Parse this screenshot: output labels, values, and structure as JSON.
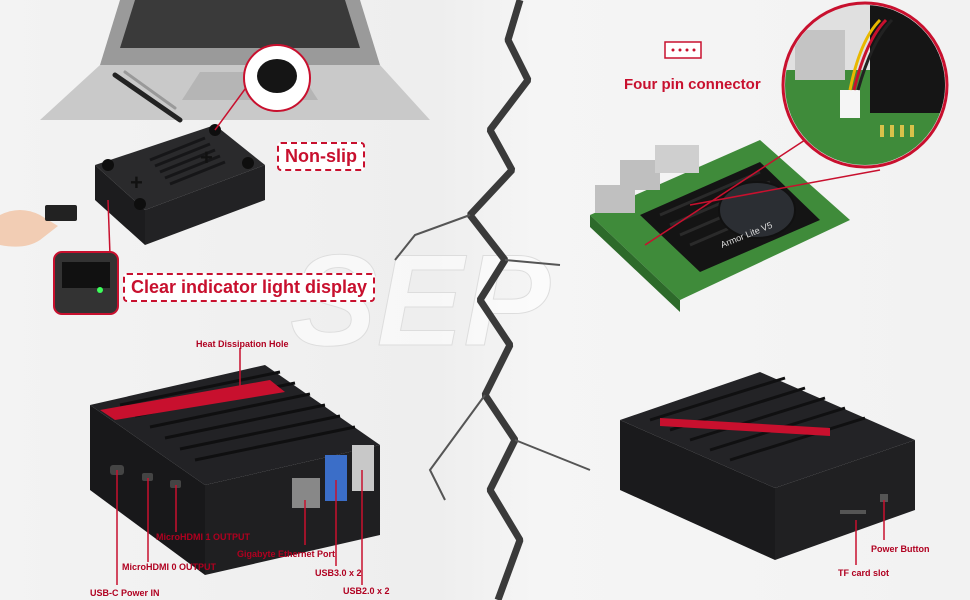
{
  "watermark": "SEP",
  "top_left": {
    "nonslip": "Non-slip",
    "indicator": "Clear indicator light display"
  },
  "top_right": {
    "connector": "Four pin connector",
    "board_text": "Armor Lite V5"
  },
  "bottom_left": {
    "heat_hole": "Heat Dissipation Hole",
    "microhdmi1": "MicroHDMI 1 OUTPUT",
    "microhdmi0": "MicroHDMI 0 OUTPUT",
    "usbc": "USB-C Power IN",
    "ethernet": "Gigabyte Ethernet Port",
    "usb3": "USB3.0 x 2",
    "usb2": "USB2.0 x 2"
  },
  "bottom_right": {
    "power": "Power Button",
    "tf": "TF card slot"
  },
  "colors": {
    "accent": "#c8102e",
    "case": "#1d1d1f"
  }
}
